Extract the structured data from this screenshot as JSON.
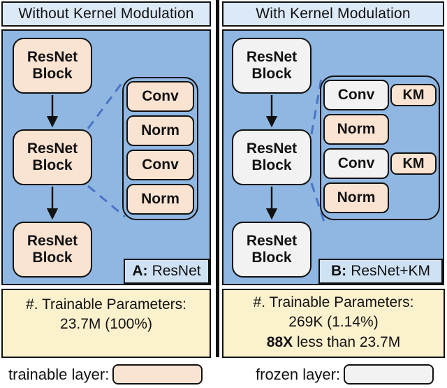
{
  "colors": {
    "panel_blue": "#8fb7e2",
    "header_blue": "#dce9f7",
    "caption_blue": "#cfe2f4",
    "trainable_peach": "#fbe3d2",
    "frozen_gray": "#f2f2f2",
    "params_cream": "#fcf1cd",
    "connector_blue": "#4a74c4"
  },
  "left_panel": {
    "title": "Without Kernel Modulation",
    "blocks": [
      "ResNet\nBlock",
      "ResNet\nBlock",
      "ResNet\nBlock"
    ],
    "layers": [
      {
        "label": "Conv"
      },
      {
        "label": "Norm"
      },
      {
        "label": "Conv"
      },
      {
        "label": "Norm"
      }
    ],
    "caption": {
      "prefix": "A:",
      "name": "ResNet"
    },
    "params": {
      "line1": "#. Trainable Parameters:",
      "line2": "23.7M (100%)"
    }
  },
  "right_panel": {
    "title": "With Kernel Modulation",
    "blocks": [
      "ResNet\nBlock",
      "ResNet\nBlock",
      "ResNet\nBlock"
    ],
    "layers": [
      {
        "label": "Conv",
        "km": "KM"
      },
      {
        "label": "Norm"
      },
      {
        "label": "Conv",
        "km": "KM"
      },
      {
        "label": "Norm"
      }
    ],
    "caption": {
      "prefix": "B:",
      "name": "ResNet+KM"
    },
    "params": {
      "line1": "#. Trainable Parameters:",
      "line2": "269K (1.14%)",
      "line3_bold": "88X",
      "line3_rest": " less than 23.7M"
    }
  },
  "legend": {
    "trainable_label": "trainable layer:",
    "frozen_label": "frozen layer:"
  }
}
